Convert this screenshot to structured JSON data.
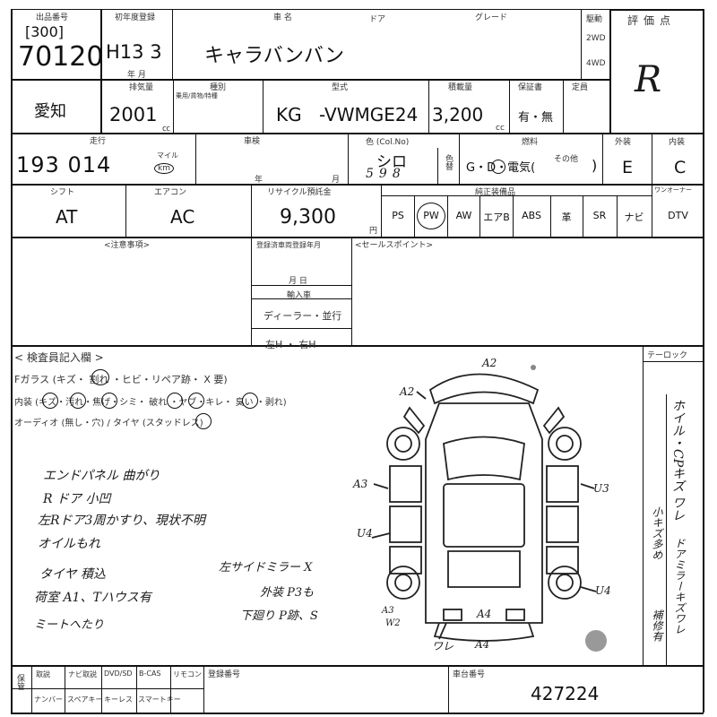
{
  "header": {
    "venue_label": "出品番号",
    "venue_code": "[300]",
    "lot_number": "70120",
    "first_reg_label": "初年度登録",
    "first_reg_value": "H13 3",
    "year_month_label": "年 月",
    "car_name_label": "車 名",
    "car_name": "キャラバンバン",
    "door_label": "ドア",
    "grade_label": "グレード",
    "drive_label": "駆動",
    "drive_options": [
      "2WD",
      "4WD"
    ],
    "score_label": "評価点",
    "score": "R"
  },
  "row2": {
    "area": "愛知",
    "displacement_label": "排気量",
    "displacement": "2001",
    "displacement_unit": "㏄",
    "category_label": "種別",
    "category_sub": "乗用/貨物/特種",
    "model_label": "型式",
    "model_prefix": "KG",
    "model_code": "-VWMGE24",
    "capacity_label": "積載量",
    "capacity": "3,200",
    "capacity_unit": "cc",
    "warranty_label": "保証書",
    "warranty_value": "有・無",
    "seats_label": "定員"
  },
  "row3": {
    "mileage_label": "走行",
    "mileage": "193 014",
    "mileage_unit_upper": "マイル",
    "mileage_unit_circled": "km",
    "inspection_label": "車検",
    "year_label": "年",
    "month_label": "月",
    "color_label": "色 (Col.No)",
    "color": "シロ",
    "color_no": "598",
    "recolor_label": "色替",
    "fuel_label": "燃料",
    "fuel_options": "G・D・電気(",
    "fuel_other": "その他",
    "fuel_close": ")",
    "ext_label": "外装",
    "ext_grade": "E",
    "int_label": "内装",
    "int_grade": "C"
  },
  "row4": {
    "shift_label": "シフト",
    "shift": "AT",
    "aircon_label": "エアコン",
    "aircon": "AC",
    "recycle_label": "リサイクル預託金",
    "recycle_amount": "9,300",
    "yen": "円",
    "equip_label": "純正装備品",
    "equipment": [
      "PS",
      "PW",
      "AW",
      "エアB",
      "ABS",
      "革",
      "SR",
      "ナビ",
      "DTV"
    ],
    "circled_equipment": "PW",
    "other_label": "ワンオーナー"
  },
  "row5": {
    "notes_label": "<注意事項>",
    "special_label": "登録済車両登録年月",
    "month_day": "月 日",
    "import_label": "輸入車",
    "dealer": "ディーラー・並行",
    "steering": "左H ・ 右H",
    "sales_points_label": "<セールスポイント>"
  },
  "inspection": {
    "title": "< 検査員記入欄 >",
    "glass_line": "Fガラス (キズ・ 割れ ・ヒビ・リペア跡・ X 要)",
    "interior_line": "内装 (キズ・汚れ・焦げ・シミ・ 破れ ・ヤブ・キレ・ 臭い ・剥れ)",
    "audio_line": "オーディオ (無し・穴) / タイヤ (スタッドレス)",
    "handwritten": [
      "エンドパネル 曲がり",
      "R ドア 小凹",
      "左Rドア3周かすり、現状不明",
      "オイルもれ",
      "タイヤ 積込",
      "荷室 A1、Tハウス有",
      "ミートへたり"
    ],
    "mirror_note": [
      "左サイドミラー X",
      "外装 P3も",
      "下廻り P跡、S"
    ],
    "diagram_marks": [
      "A2",
      "A2",
      "A3",
      "U4",
      "U3",
      "U4",
      "A3",
      "W2",
      "A4",
      "ワレ",
      "A4"
    ],
    "right_label": "テーロック",
    "side_note": "ホイル・CPキズ ワレ",
    "side_note2": "小キズ多め",
    "side_note3": "ドアミラーキズワレ",
    "side_note4": "補修有"
  },
  "footer": {
    "items_row1": [
      "取説",
      "ナビ取説",
      "DVD/SD",
      "B-CAS",
      "リモコン"
    ],
    "items_row2": [
      "ナンバー",
      "スペアキー",
      "キーレス",
      "スマートキー"
    ],
    "footer_left_label": "保管",
    "reg_label": "登録番号",
    "frame_label": "車台番号",
    "frame_number": "427224"
  }
}
